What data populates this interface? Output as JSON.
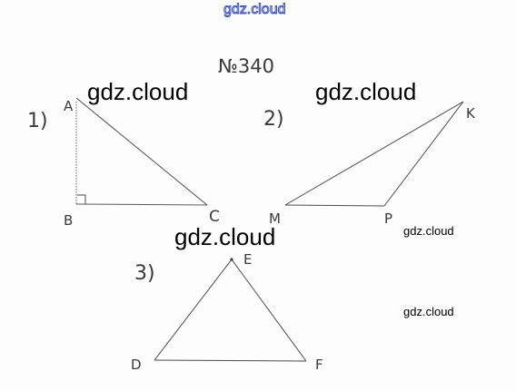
{
  "problem_number": "№340",
  "watermark": "gdz.cloud",
  "figures": [
    {
      "label": "1)",
      "vertices": [
        "A",
        "B",
        "C"
      ],
      "right_angle_at": "B"
    },
    {
      "label": "2)",
      "vertices": [
        "M",
        "P",
        "K"
      ]
    },
    {
      "label": "3)",
      "vertices": [
        "E",
        "D",
        "F"
      ]
    }
  ],
  "colors": {
    "stroke": "#3a3a3a",
    "watermark_text": "#000000",
    "top_watermark_outline": "#3b4fc8"
  }
}
